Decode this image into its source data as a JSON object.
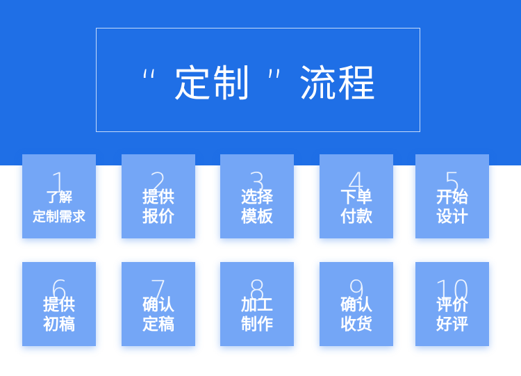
{
  "banner": {
    "title": "“ 定制 ” 流程",
    "color": "#1f6fe6"
  },
  "steps": [
    {
      "num": "1",
      "label": "了解\n定制需求"
    },
    {
      "num": "2",
      "label": "提供\n报价"
    },
    {
      "num": "3",
      "label": "选择\n模板"
    },
    {
      "num": "4",
      "label": "下单\n付款"
    },
    {
      "num": "5",
      "label": "开始\n设计"
    },
    {
      "num": "6",
      "label": "提供\n初稿"
    },
    {
      "num": "7",
      "label": "确认\n定稿"
    },
    {
      "num": "8",
      "label": "加工\n制作"
    },
    {
      "num": "9",
      "label": "确认\n收货"
    },
    {
      "num": "10",
      "label": "评价\n好评"
    }
  ],
  "card_color": "#74a6f6"
}
